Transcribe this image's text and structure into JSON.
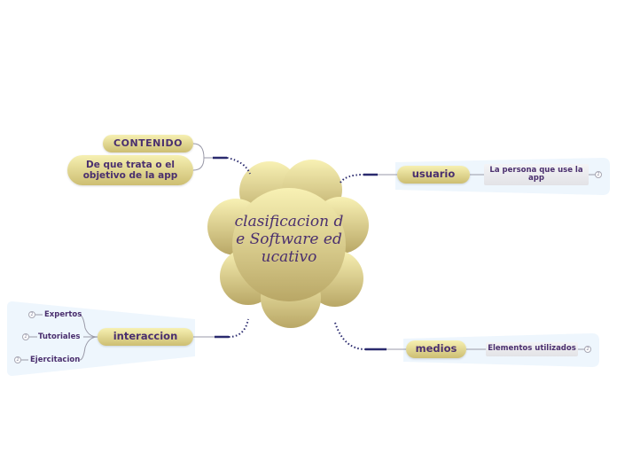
{
  "central": {
    "title": "clasificacion de Software educativo"
  },
  "branches": {
    "contenido": {
      "label": "CONTENIDO",
      "detail": "De que trata o el objetivo de la app"
    },
    "usuario": {
      "label": "usuario",
      "detail": "La persona que use la app",
      "badge": "2"
    },
    "interaccion": {
      "label": "interaccion",
      "children": [
        {
          "label": "Expertos",
          "badge": "2"
        },
        {
          "label": "Tutoriales",
          "badge": "2"
        },
        {
          "label": "Ejercitacion",
          "badge": "2"
        }
      ]
    },
    "medios": {
      "label": "medios",
      "detail": "Elementos utilizados",
      "badge": "2"
    }
  },
  "colors": {
    "node_fill_top": "#f6f0b2",
    "node_fill_bottom": "#cdbe72",
    "text": "#4a2f6e",
    "connector": "#2a2a6e",
    "group_panel": "#eef6fd"
  }
}
